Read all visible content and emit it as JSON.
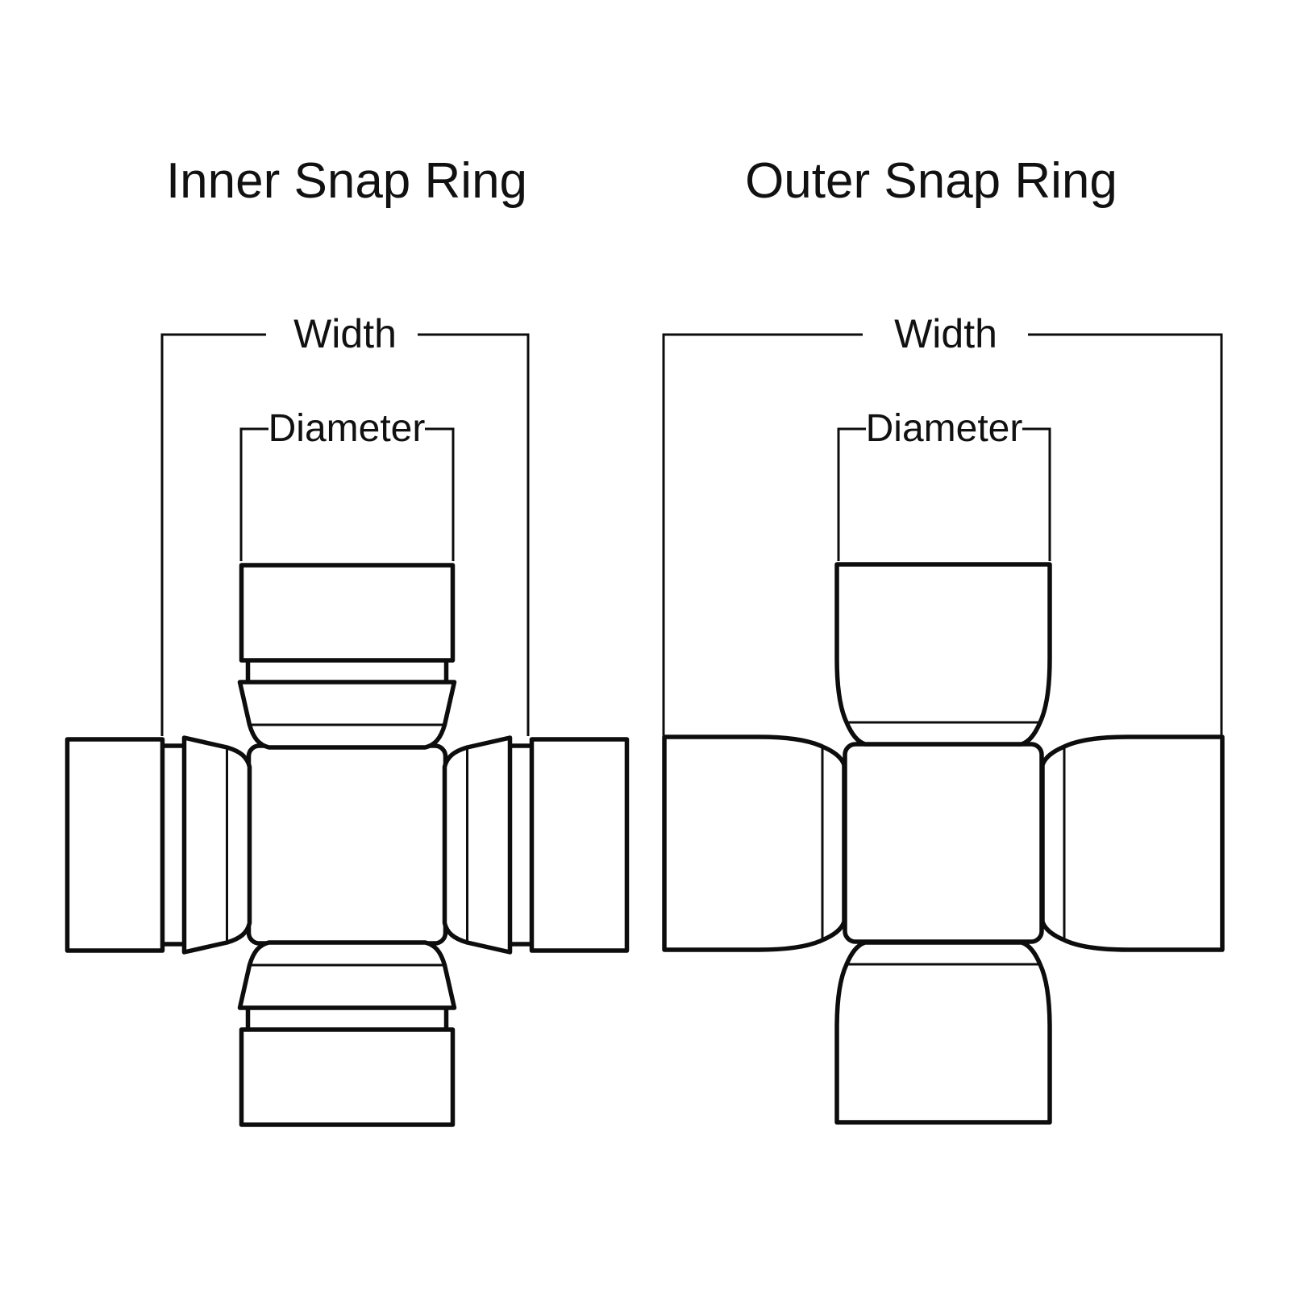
{
  "canvas": {
    "background_color": "#ffffff",
    "line_color": "#0d0d0d"
  },
  "diagrams": [
    {
      "title": "Inner Snap Ring",
      "width_label": "Width",
      "diameter_label": "Diameter"
    },
    {
      "title": "Outer Snap Ring",
      "width_label": "Width",
      "diameter_label": "Diameter"
    }
  ]
}
